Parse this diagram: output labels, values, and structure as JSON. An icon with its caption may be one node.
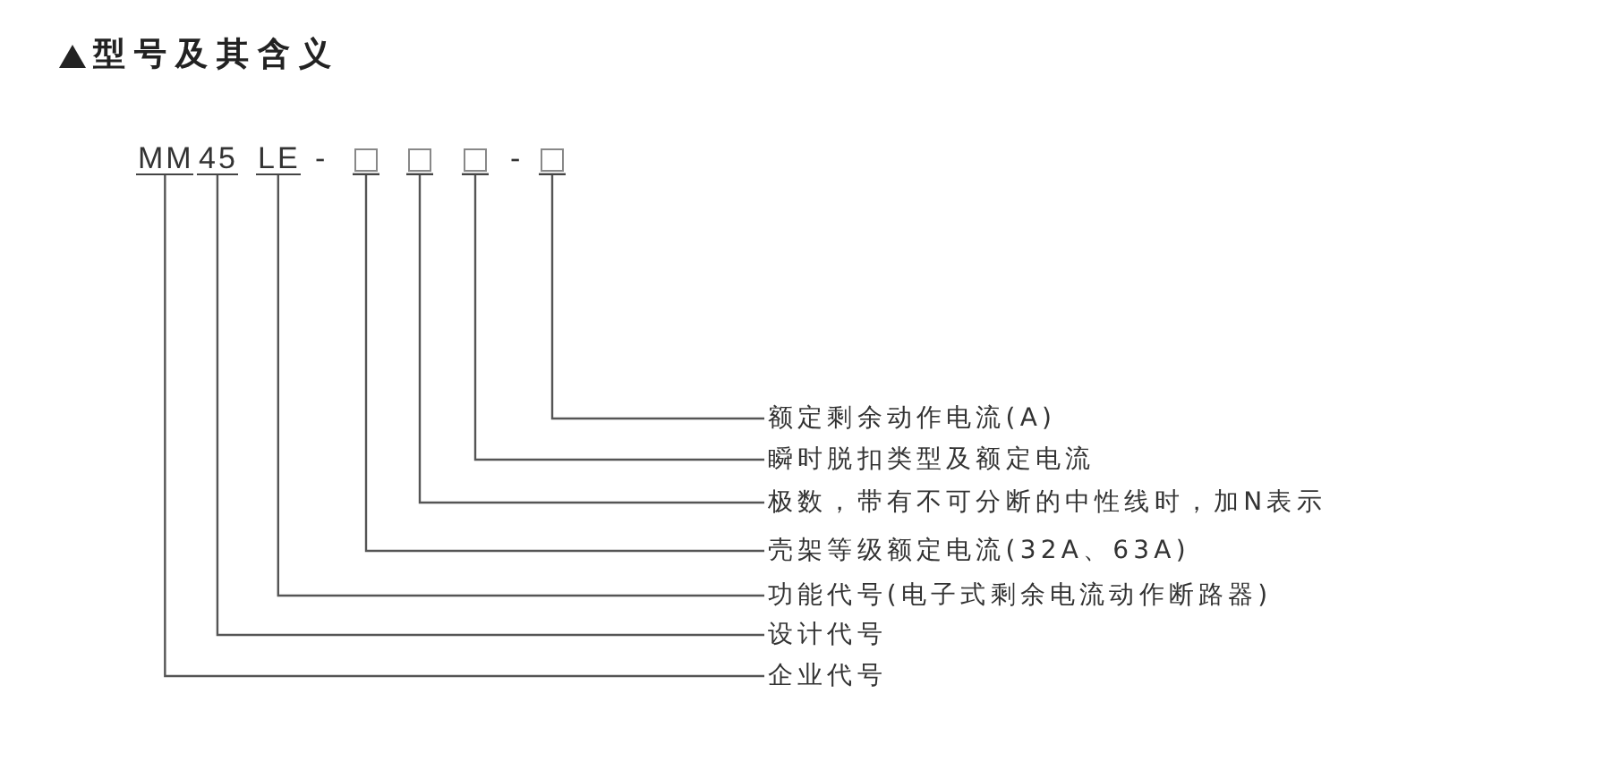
{
  "diagram": {
    "title": "型号及其含义",
    "nodes": [
      {
        "text": [
          "MM"
        ]
      },
      {
        "text": [
          "45"
        ]
      },
      {
        "text": [
          "LE"
        ]
      },
      {
        "text": [],
        "shape": "box"
      },
      {
        "text": [],
        "shape": "box"
      },
      {
        "text": [],
        "shape": "box"
      },
      {
        "text": [],
        "shape": "box"
      },
      {
        "text": [
          "额定剩余动作电流(A)"
        ]
      },
      {
        "text": [
          "瞬时脱扣类型及额定电流"
        ]
      },
      {
        "text": [
          "极数，带有不可分断的中性线时，加N表示"
        ]
      },
      {
        "text": [
          "壳架等级额定电流(32A、63A)"
        ]
      },
      {
        "text": [
          "功能代号(电子式剩余电流动作断路器)"
        ]
      },
      {
        "text": [
          "设计代号"
        ]
      },
      {
        "text": [
          "企业代号"
        ]
      }
    ],
    "edges": [
      {
        "from": 6,
        "to": 7,
        "arrow": "none"
      },
      {
        "from": 5,
        "to": 8,
        "arrow": "none"
      },
      {
        "from": 4,
        "to": 9,
        "arrow": "none"
      },
      {
        "from": 3,
        "to": 10,
        "arrow": "none"
      },
      {
        "from": 2,
        "to": 11,
        "arrow": "none"
      },
      {
        "from": 1,
        "to": 12,
        "arrow": "none"
      },
      {
        "from": 0,
        "to": 13,
        "arrow": "none"
      }
    ],
    "labels": [
      "-",
      "-"
    ]
  }
}
